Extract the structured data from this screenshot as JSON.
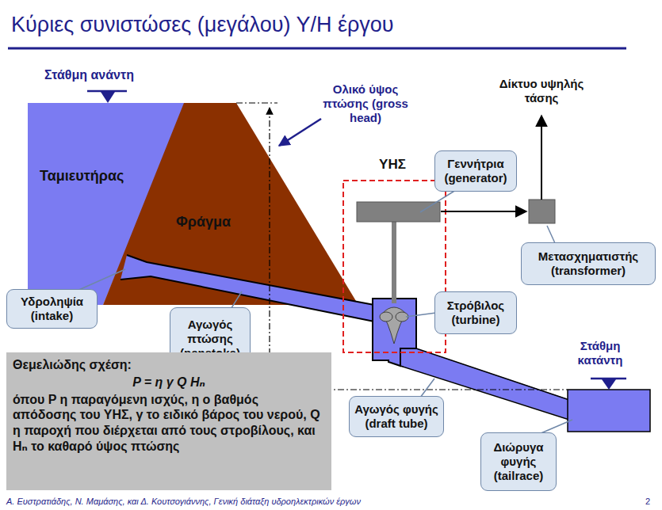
{
  "diagram": {
    "title": "Κύριες συνιστώσες (μεγάλου) Υ/Η έργου",
    "nodes": [
      {
        "text": [
          "Γεννήτρια (generator)"
        ]
      },
      {
        "text": [
          "Μετασχηματιστής (transformer)"
        ]
      },
      {
        "text": [
          "Υδροληψία (intake)"
        ]
      },
      {
        "text": [
          "Στρόβιλος (turbine)"
        ]
      },
      {
        "text": [
          "Αγωγός πτώσης (penstoke)"
        ]
      },
      {
        "text": [
          "Θεμελιώδης σχέση:",
          "P = η γ Q Hₙ",
          "όπου P η παραγόμενη ισχύς, η ο βαθμός απόδοσης του ΥΗΣ, γ το ειδικό βάρος του νερού, Q η παροχή που διέρχεται από τους στροβίλους, και Hₙ το καθαρό ύψος πτώσης"
        ]
      },
      {
        "text": [
          "Αγωγός φυγής (draft tube)"
        ]
      },
      {
        "text": [
          "Διώρυγα φυγής (tailrace)"
        ]
      }
    ],
    "labels": [
      "Στάθμη ανάντη",
      "Ολικό ύψος πτώσης (gross head)",
      "Δίκτυο υψηλής τάσης",
      "ΥΗΣ",
      "Ταμιευτήρας",
      "Φράγμα",
      "Στάθμη κατάντη",
      "Α. Ευστρατιάδης, Ν. Μαμάσης, και Δ. Κουτσογιάννης, Γενική διάταξη υδροηλεκτρικών έργων",
      "2"
    ]
  }
}
